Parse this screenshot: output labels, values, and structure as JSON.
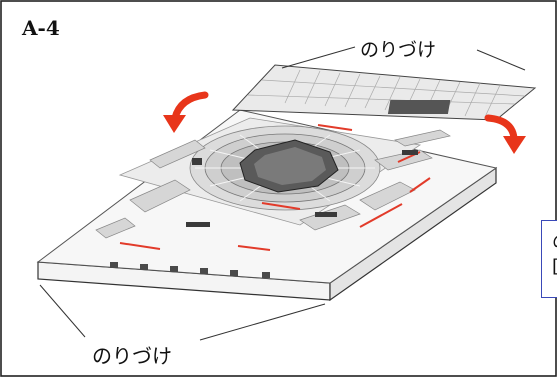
{
  "panel_id": "A-4",
  "glue_label_top": "のりづけ",
  "glue_label_bottom": "のりづけ",
  "side_box_text": "の\n[",
  "colors": {
    "frame": "#222222",
    "arrow": "#e8351a",
    "accent_box": "#3a49b8"
  },
  "icons": [
    "curved-arrow-left-icon",
    "curved-arrow-right-icon"
  ]
}
